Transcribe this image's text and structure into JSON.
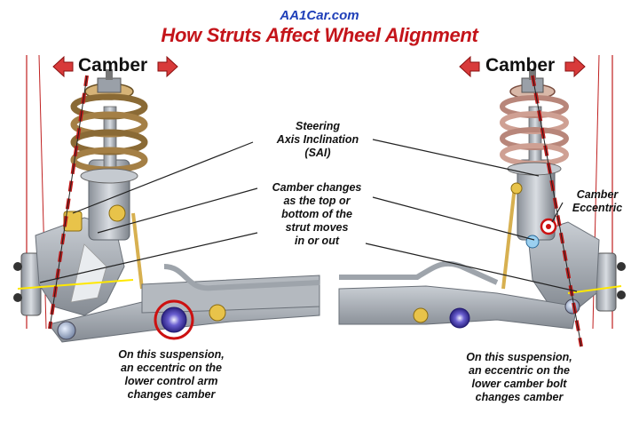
{
  "site": "AA1Car.com",
  "title": "How Struts Affect Wheel Alignment",
  "camber_left": "Camber",
  "camber_right": "Camber",
  "sai": [
    "Steering",
    "Axis Inclination",
    "(SAI)"
  ],
  "camber_changes": [
    "Camber changes",
    "as the top or",
    "bottom of the",
    "strut moves",
    "in or out"
  ],
  "camber_eccentric": [
    "Camber",
    "Eccentric"
  ],
  "note_left": [
    "On this suspension,",
    "an eccentric on the",
    "lower control arm",
    "changes camber"
  ],
  "note_right": [
    "On this suspension,",
    "an eccentric on the",
    "lower camber bolt",
    "changes camber"
  ],
  "colors": {
    "site": "#1f3fb8",
    "title": "#c4141a",
    "arrow": "#d83a3a",
    "spring_left": "#b08a4e",
    "spring_right": "#c99a8e",
    "eccentric": "#cc1111",
    "sai_line": "#c01818"
  },
  "icons": [
    "double-arrow-left-icon",
    "double-arrow-right-icon"
  ]
}
